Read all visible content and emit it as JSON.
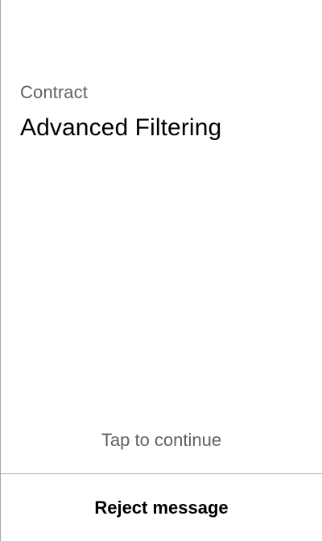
{
  "message": {
    "kicker": "Contract",
    "title": "Advanced Filtering"
  },
  "tap_hint": "Tap to continue",
  "actions": {
    "reject_label": "Reject message"
  },
  "colors": {
    "muted_text": "#616161",
    "primary_text": "#000000",
    "divider": "#a9a9a9",
    "background": "#ffffff"
  }
}
